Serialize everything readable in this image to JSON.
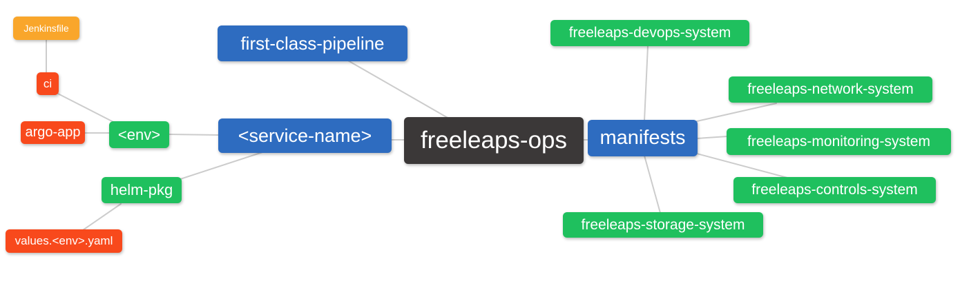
{
  "diagram": {
    "root_label": "freeleaps-ops",
    "nodes": [
      {
        "id": "jenkinsfile",
        "label": "Jenkinsfile",
        "color": "#f9a62b"
      },
      {
        "id": "ci",
        "label": "ci",
        "color": "#f8491c"
      },
      {
        "id": "argo-app",
        "label": "argo-app",
        "color": "#f8491c"
      },
      {
        "id": "env",
        "label": "<env>",
        "color": "#1fc05e"
      },
      {
        "id": "helm-pkg",
        "label": "helm-pkg",
        "color": "#1fc05e"
      },
      {
        "id": "values-env-yaml",
        "label": "values.<env>.yaml",
        "color": "#f8491c"
      },
      {
        "id": "first-class-pipeline",
        "label": "first-class-pipeline",
        "color": "#2e6cc0"
      },
      {
        "id": "service-name",
        "label": "<service-name>",
        "color": "#2e6cc0"
      },
      {
        "id": "freeleaps-ops",
        "label": "freeleaps-ops",
        "color": "#3b3838"
      },
      {
        "id": "manifests",
        "label": "manifests",
        "color": "#2e6cc0"
      },
      {
        "id": "freeleaps-devops-system",
        "label": "freeleaps-devops-system",
        "color": "#1fc05e"
      },
      {
        "id": "freeleaps-network-system",
        "label": "freeleaps-network-system",
        "color": "#1fc05e"
      },
      {
        "id": "freeleaps-monitoring-system",
        "label": "freeleaps-monitoring-system",
        "color": "#1fc05e"
      },
      {
        "id": "freeleaps-controls-system",
        "label": "freeleaps-controls-system",
        "color": "#1fc05e"
      },
      {
        "id": "freeleaps-storage-system",
        "label": "freeleaps-storage-system",
        "color": "#1fc05e"
      }
    ],
    "edges": [
      [
        "Jenkinsfile",
        "ci"
      ],
      [
        "ci",
        "<env>"
      ],
      [
        "argo-app",
        "<env>"
      ],
      [
        "<env>",
        "<service-name>"
      ],
      [
        "helm-pkg",
        "<service-name>"
      ],
      [
        "values.<env>.yaml",
        "helm-pkg"
      ],
      [
        "first-class-pipeline",
        "freeleaps-ops"
      ],
      [
        "<service-name>",
        "freeleaps-ops"
      ],
      [
        "freeleaps-ops",
        "manifests"
      ],
      [
        "manifests",
        "freeleaps-devops-system"
      ],
      [
        "manifests",
        "freeleaps-network-system"
      ],
      [
        "manifests",
        "freeleaps-monitoring-system"
      ],
      [
        "manifests",
        "freeleaps-controls-system"
      ],
      [
        "manifests",
        "freeleaps-storage-system"
      ]
    ],
    "colors": {
      "pipeline_blue": "#2e6cc0",
      "system_green": "#1fc05e",
      "artifact_red": "#f8491c",
      "jenkins_amber": "#f9a62b",
      "root_dark": "#3b3838",
      "edge_gray": "#cccccc",
      "background": "#ffffff",
      "node_text": "#ffffff"
    }
  }
}
